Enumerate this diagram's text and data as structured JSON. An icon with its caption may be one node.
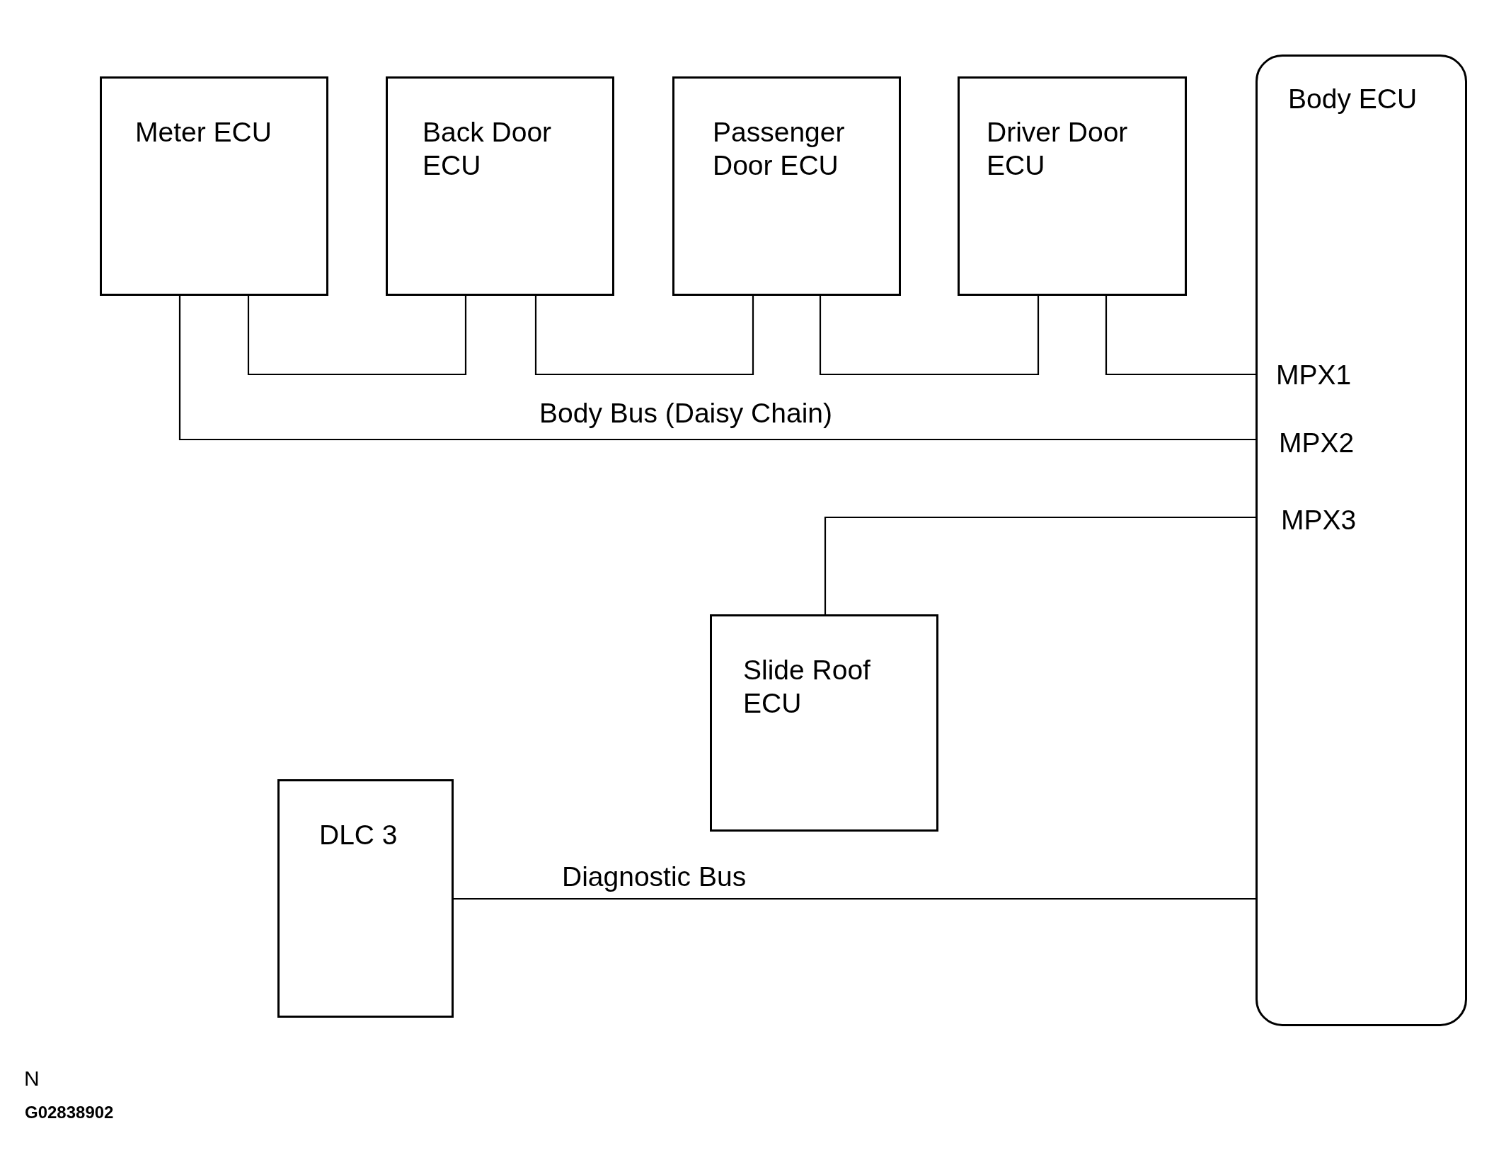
{
  "diagram": {
    "nodes": [
      {
        "text": [
          "Meter ECU"
        ]
      },
      {
        "text": [
          "Back Door ECU"
        ]
      },
      {
        "text": [
          "Passenger Door ECU"
        ]
      },
      {
        "text": [
          "Driver Door ECU"
        ]
      },
      {
        "text": [
          "Body ECU",
          "MPX1",
          "MPX2",
          "MPX3"
        ]
      },
      {
        "text": [
          "Slide Roof ECU"
        ]
      },
      {
        "text": [
          "DLC 3"
        ]
      }
    ],
    "edges": [
      {
        "from": 0,
        "to": 1,
        "arrow": "none"
      },
      {
        "from": 1,
        "to": 2,
        "arrow": "none"
      },
      {
        "from": 2,
        "to": 3,
        "arrow": "none"
      },
      {
        "from": 3,
        "to": 4,
        "arrow": "none"
      },
      {
        "from": 0,
        "to": 4,
        "arrow": "none",
        "label": "Body Bus (Daisy Chain)"
      },
      {
        "from": 5,
        "to": 4,
        "arrow": "none"
      },
      {
        "from": 6,
        "to": 4,
        "arrow": "none",
        "label": "Diagnostic Bus"
      }
    ],
    "labels": [
      "N",
      "G02838902"
    ]
  }
}
